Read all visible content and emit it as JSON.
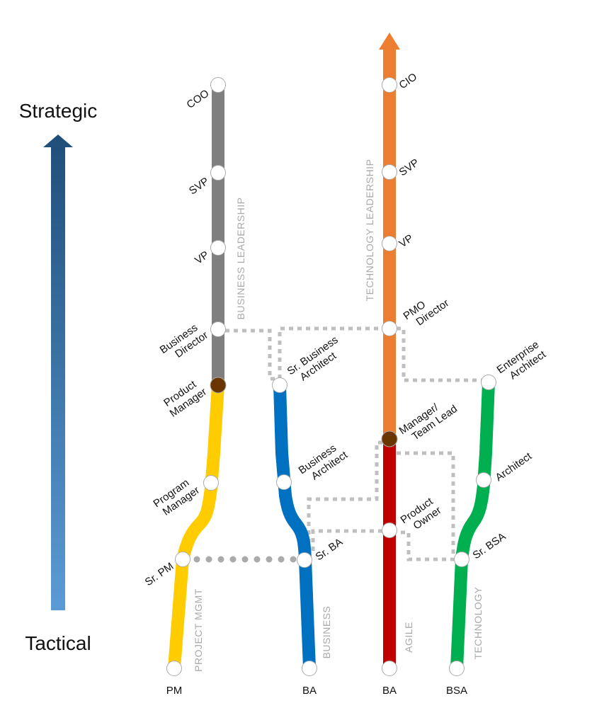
{
  "axis": {
    "top_label": "Strategic",
    "bottom_label": "Tactical"
  },
  "tracks": {
    "business_leadership": {
      "name": "BUSINESS LEADERSHIP",
      "color": "#7f7f7f",
      "nodes": [
        "COO",
        "SVP",
        "VP",
        "Business Director",
        "Product Manager"
      ]
    },
    "project_mgmt": {
      "name": "PROJECT MGMT",
      "color": "#ffcc00",
      "nodes": [
        "Program Manager",
        "Sr. PM"
      ],
      "entry": "PM"
    },
    "business": {
      "name": "BUSINESS",
      "color": "#0070c0",
      "nodes": [
        "Sr. Business Architect",
        "Business Architect",
        "Sr. BA"
      ],
      "entry": "BA"
    },
    "technology_leadership": {
      "name": "TECHNOLOGY LEADERSHIP",
      "color": "#ed7d31",
      "nodes": [
        "CIO",
        "SVP",
        "VP",
        "PMO Director",
        "Manager/ Team Lead"
      ]
    },
    "agile": {
      "name": "AGILE",
      "color": "#c00000",
      "nodes": [
        "Product Owner"
      ],
      "entry": "BA"
    },
    "technology": {
      "name": "TECHNOLOGY",
      "color": "#00b050",
      "nodes": [
        "Enterprise Architect",
        "Architect",
        "Sr. BSA"
      ],
      "entry": "BSA"
    }
  },
  "colors": {
    "junction": "#6b3500",
    "connector": "#bfbfbf",
    "arrow_top": "#1f4e79",
    "arrow_bottom": "#5b9bd5"
  }
}
